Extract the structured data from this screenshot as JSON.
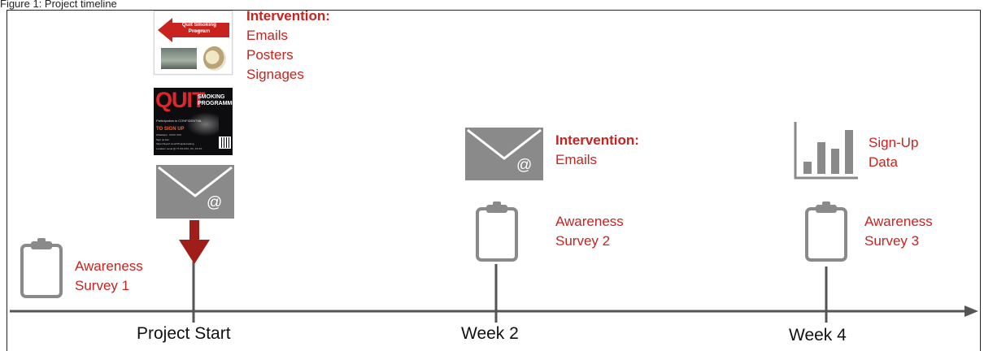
{
  "caption": "Figure 1: Project timeline",
  "colors": {
    "accent_red": "#c8231f",
    "arrow_dark_red": "#a01e1a",
    "icon_grey": "#8a8a8a",
    "axis": "#555555"
  },
  "posters": {
    "sign": {
      "title": "Quit Smoking Program",
      "subtitle": "CAMERY"
    },
    "quit": {
      "big": "QUIT",
      "line1": "SMOKING",
      "line2": "PROGRAMME",
      "confidential": "Participation is CONFIDENTIAL",
      "cta": "TO SIGN UP",
      "detail1": "Whatsapp : XXXX XXX",
      "detail2": "Sign up link :",
      "detail3": "https://tinyurl.com/NTUquitsmoking",
      "detail4": "Location: Level @ 77-XX-XXX, XX, XX XX"
    }
  },
  "milestones": {
    "start": {
      "label": "Project Start",
      "intervention_title": "Intervention:",
      "interventions": [
        "Emails",
        "Posters",
        "Signages"
      ]
    },
    "week2": {
      "label": "Week 2",
      "intervention_title": "Intervention:",
      "interventions": [
        "Emails"
      ],
      "survey": [
        "Awareness",
        "Survey 2"
      ]
    },
    "week4": {
      "label": "Week 4",
      "data": [
        "Sign-Up",
        "Data"
      ],
      "survey": [
        "Awareness",
        "Survey 3"
      ]
    }
  },
  "survey1": [
    "Awareness",
    "Survey 1"
  ],
  "icons": {
    "clipboard": "clipboard-icon",
    "email": "email-at-icon",
    "bar_chart": "bar-chart-icon",
    "arrow_down": "arrow-down-icon"
  }
}
